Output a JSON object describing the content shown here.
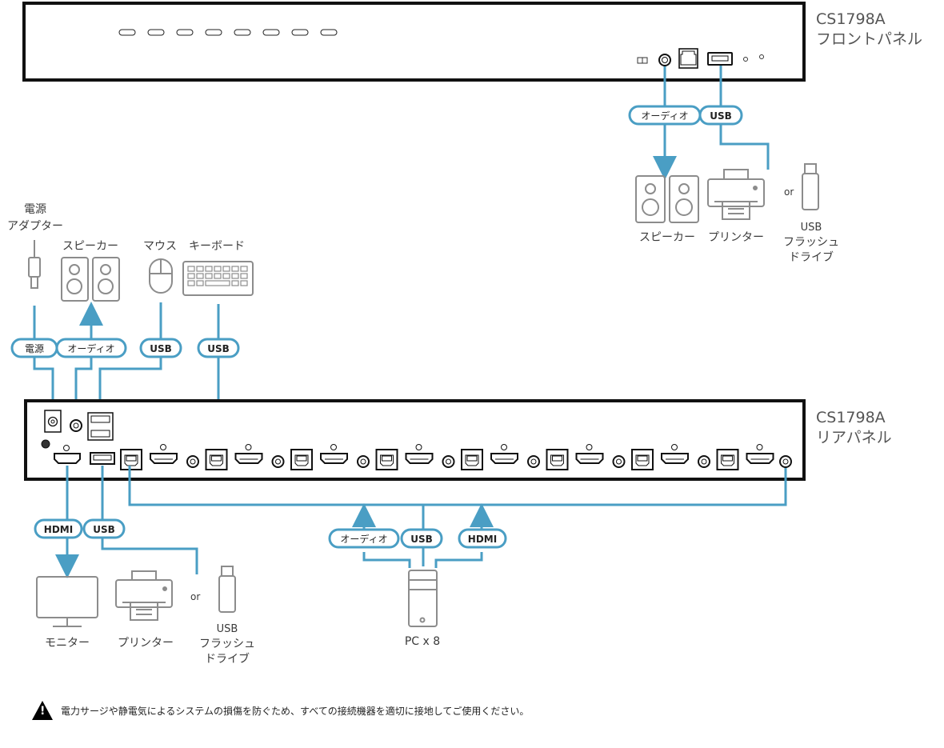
{
  "front_panel": {
    "model": "CS1798A",
    "label": "フロントパネル",
    "port_selector_buttons": 8,
    "connections": [
      {
        "label": "オーディオ",
        "target": "スピーカー"
      },
      {
        "label": "USB",
        "target": "プリンター"
      }
    ],
    "devices": {
      "speaker": "スピーカー",
      "printer": "プリンター",
      "or": "or",
      "flash_line1": "USB",
      "flash_line2": "フラッシュ",
      "flash_line3": "ドライブ"
    }
  },
  "rear_panel": {
    "model": "CS1798A",
    "label": "リアパネル",
    "pc_port_groups": 8
  },
  "console_devices": {
    "power_line1": "電源",
    "power_line2": "アダプター",
    "speaker": "スピーカー",
    "mouse": "マウス",
    "keyboard": "キーボード",
    "cable_power": "電源",
    "cable_audio": "オーディオ",
    "cable_usb_mouse": "USB",
    "cable_usb_keyboard": "USB"
  },
  "rear_outputs": {
    "cable_hdmi": "HDMI",
    "cable_usb": "USB",
    "monitor": "モニター",
    "printer": "プリンター",
    "or": "or",
    "flash_line1": "USB",
    "flash_line2": "フラッシュ",
    "flash_line3": "ドライブ"
  },
  "pc": {
    "cable_audio": "オーディオ",
    "cable_usb": "USB",
    "cable_hdmi": "HDMI",
    "label": "PC x 8"
  },
  "warning": {
    "text": "電力サージや静電気によるシステムの損傷を防ぐため、すべての接続機器を適切に接地してご使用ください。"
  },
  "colors": {
    "cable": "#4a9ec4",
    "device": "#8c8c8c",
    "panel": "#111111"
  }
}
